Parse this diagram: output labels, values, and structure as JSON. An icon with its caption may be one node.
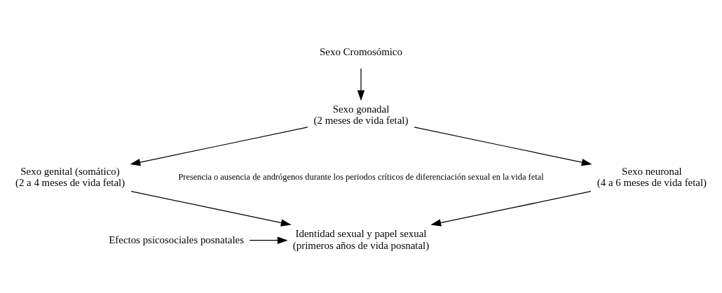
{
  "diagram": {
    "nodes": [
      {
        "text": [
          "Sexo Cromosómico"
        ]
      },
      {
        "text": [
          "Sexo gonadal",
          "(2 meses de vida fetal)"
        ]
      },
      {
        "text": [
          "Sexo genital (somático)",
          "(2 a 4 meses de vida fetal)"
        ]
      },
      {
        "text": [
          "Sexo neuronal",
          "(4 a 6 meses de vida fetal)"
        ]
      },
      {
        "text": [
          "Identidad sexual y papel sexual",
          "(primeros años de vida posnatal)"
        ]
      },
      {
        "text": [
          "Efectos psicosociales posnatales"
        ]
      }
    ],
    "edges": [
      {
        "from": 0,
        "to": 1,
        "arrow": "to"
      },
      {
        "from": 1,
        "to": 2,
        "arrow": "to"
      },
      {
        "from": 1,
        "to": 3,
        "arrow": "to"
      },
      {
        "from": 2,
        "to": 4,
        "arrow": "to"
      },
      {
        "from": 3,
        "to": 4,
        "arrow": "to"
      },
      {
        "from": 5,
        "to": 4,
        "arrow": "to"
      }
    ],
    "labels": [
      "Presencia o ausencia de andrógenos durante los periodos críticos de diferenciación sexual en la vida fetal"
    ]
  }
}
